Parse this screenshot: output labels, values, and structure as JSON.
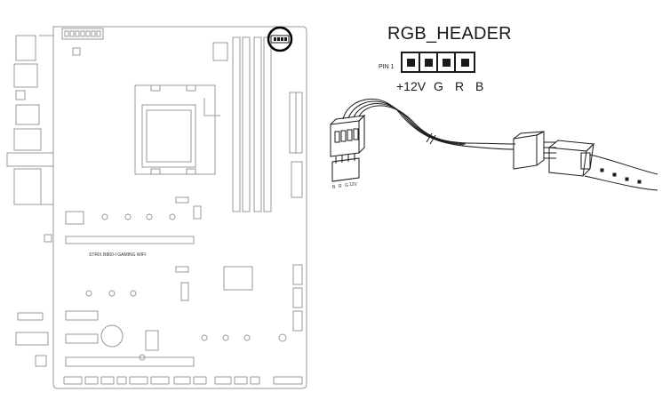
{
  "header": {
    "title": "RGB_HEADER",
    "pin1_label": "PIN 1",
    "pin_labels": [
      "+12V",
      "G",
      "R",
      "B"
    ]
  },
  "connector_pin_labels": [
    "B",
    "R",
    "G",
    "12V"
  ],
  "board_silkscreen": "STRIX B860-I GAMING WIFI",
  "colors": {
    "line": "#1a1a1a",
    "board_outline": "#9a9a9a",
    "highlight_circle": "#000000"
  }
}
